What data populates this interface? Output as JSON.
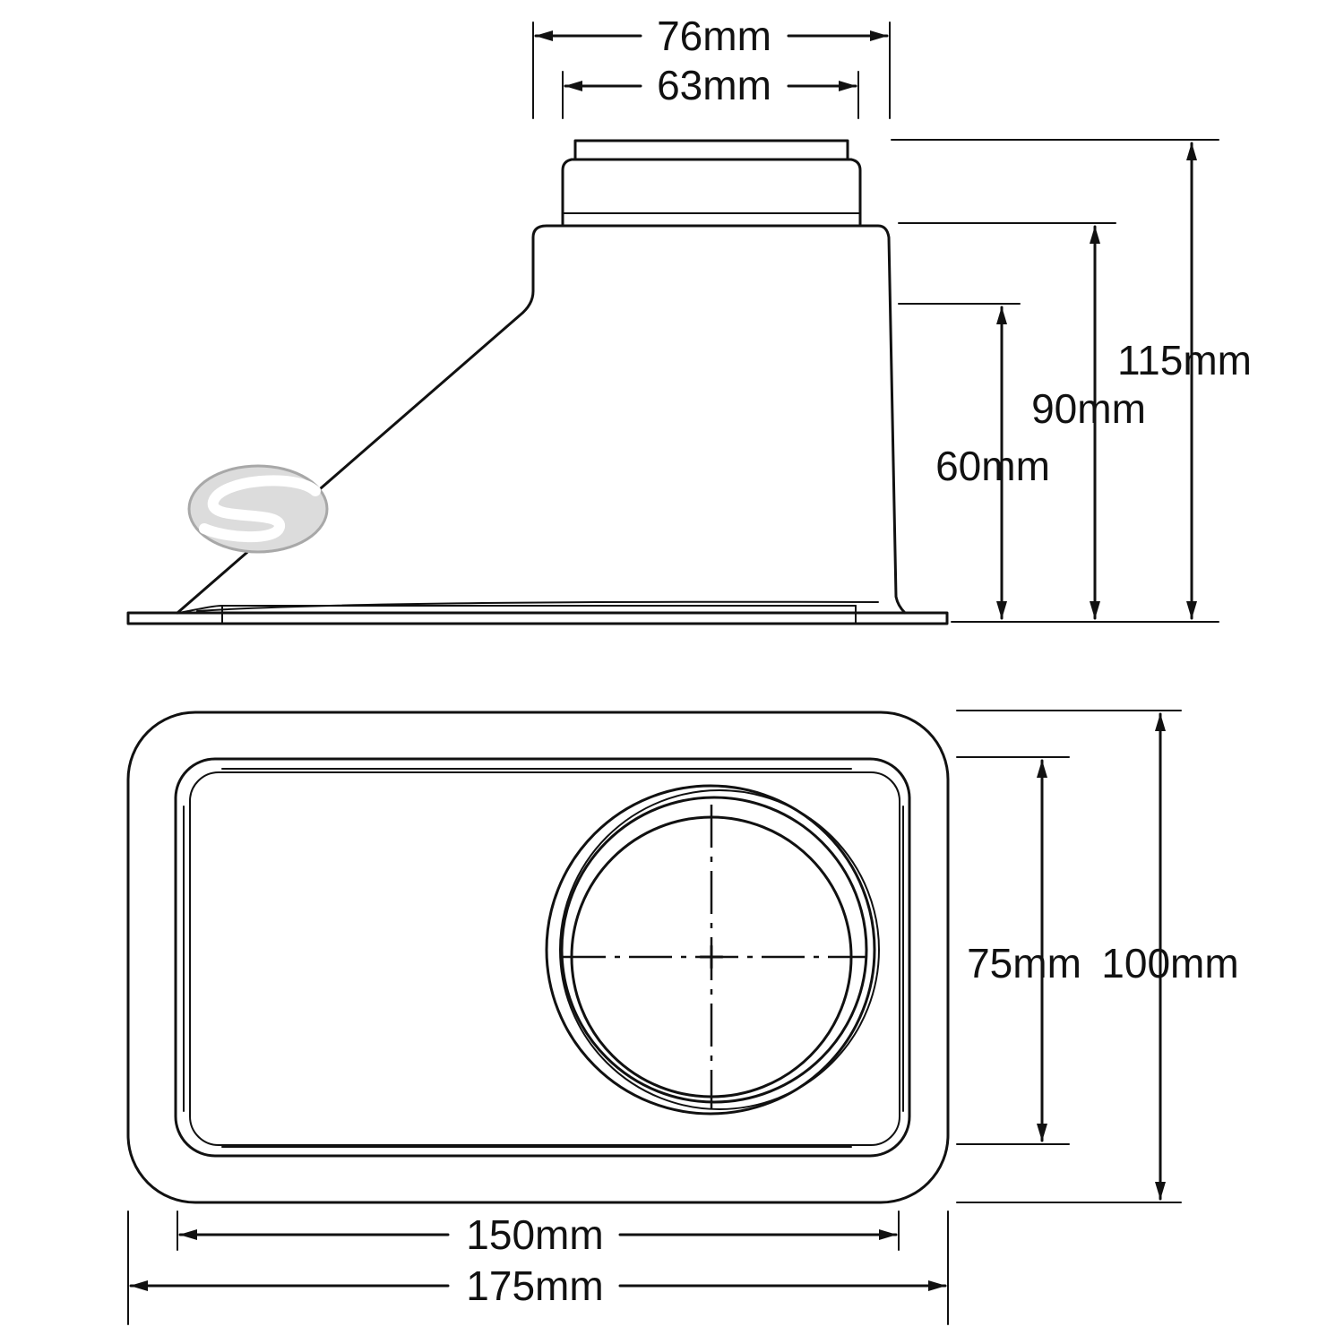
{
  "colors": {
    "line": "#111111",
    "background": "#ffffff",
    "logo_fill": "#dcdcdc",
    "logo_stroke": "#a8a8a8"
  },
  "icons": {
    "logo": "brand-logo-icon"
  },
  "side_view": {
    "dims": {
      "outer_top_width": "76mm",
      "inner_top_width": "63mm",
      "height_60": "60mm",
      "height_90": "90mm",
      "height_115": "115mm"
    }
  },
  "top_view": {
    "dims": {
      "inner_height": "75mm",
      "outer_height": "100mm",
      "inner_length": "150mm",
      "outer_length": "175mm"
    }
  }
}
